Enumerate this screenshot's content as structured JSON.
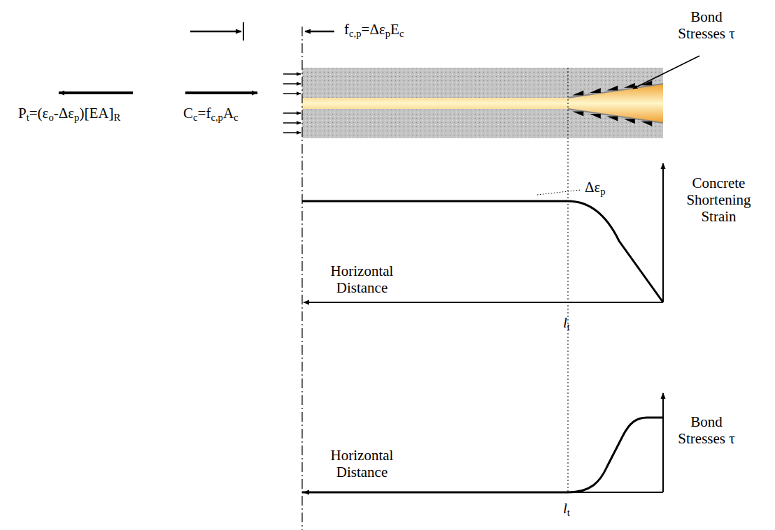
{
  "diagram": {
    "labels": [
      "fc,p=ΔεpEc",
      "Bond Stresses τ",
      "Pt=(εo-Δεp)[EA]R",
      "Cc=fc,pAc",
      "Δεp",
      "Concrete Shortening Strain",
      "Horizontal Distance",
      "lt",
      "Bond Stresses τ",
      "Horizontal Distance",
      "lt"
    ]
  }
}
